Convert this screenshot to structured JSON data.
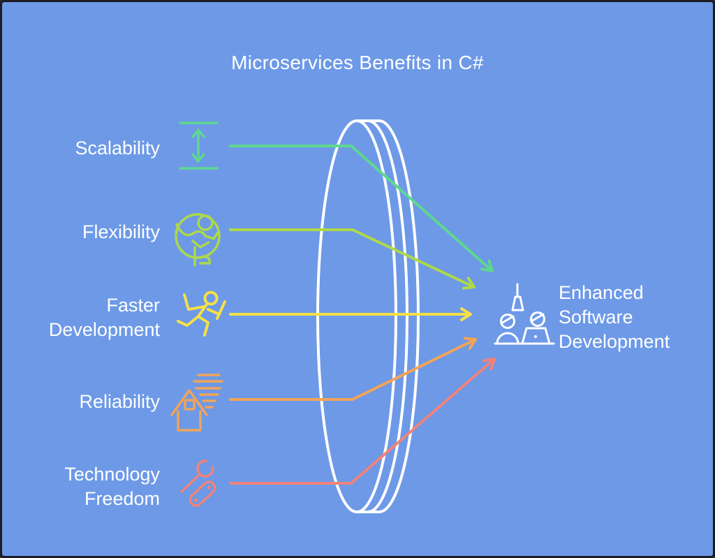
{
  "title": "Microservices Benefits in C#",
  "colors": {
    "background": "#6d99e7",
    "border": "#1c1c24",
    "text": "#ffffff",
    "lens": "#ffffff"
  },
  "benefits": [
    {
      "label": "Scalability",
      "color": "#5fd78f",
      "icon": "resize-vertical-icon"
    },
    {
      "label": "Flexibility",
      "color": "#aed84a",
      "icon": "gymnast-icon"
    },
    {
      "label": "Faster Development",
      "color": "#f5e046",
      "icon": "running-person-icon"
    },
    {
      "label": "Reliability",
      "color": "#f2a458",
      "icon": "house-wind-icon"
    },
    {
      "label": "Technology Freedom",
      "color": "#f0837a",
      "icon": "wrench-tools-icon"
    }
  ],
  "outcome": {
    "label": "Enhanced Software Development",
    "color": "#ffffff",
    "icon": "team-at-desk-icon"
  }
}
